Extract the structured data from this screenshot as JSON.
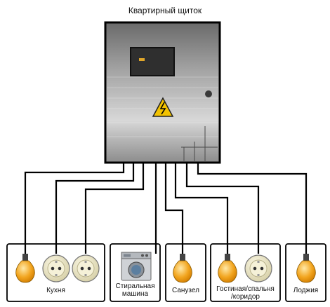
{
  "title": "Квартирный щиток",
  "rooms": [
    {
      "label": "Кухня"
    },
    {
      "label_line1": "Стиральная",
      "label_line2": "машина"
    },
    {
      "label": "Санузел"
    },
    {
      "label_line1": "Гостиная/спальня",
      "label_line2": "/коридор"
    },
    {
      "label": "Лоджия"
    }
  ],
  "colors": {
    "wire": "#000000",
    "panel_dark": "#6e6e6e",
    "panel_light": "#e2e2e2",
    "bulb": "#f1a21d",
    "warning": "#f2c200",
    "socket": "#ece6c2"
  },
  "icons": [
    "electrical-panel",
    "high-voltage-warning-icon",
    "light-bulb-icon",
    "power-socket-icon",
    "washing-machine-icon"
  ]
}
